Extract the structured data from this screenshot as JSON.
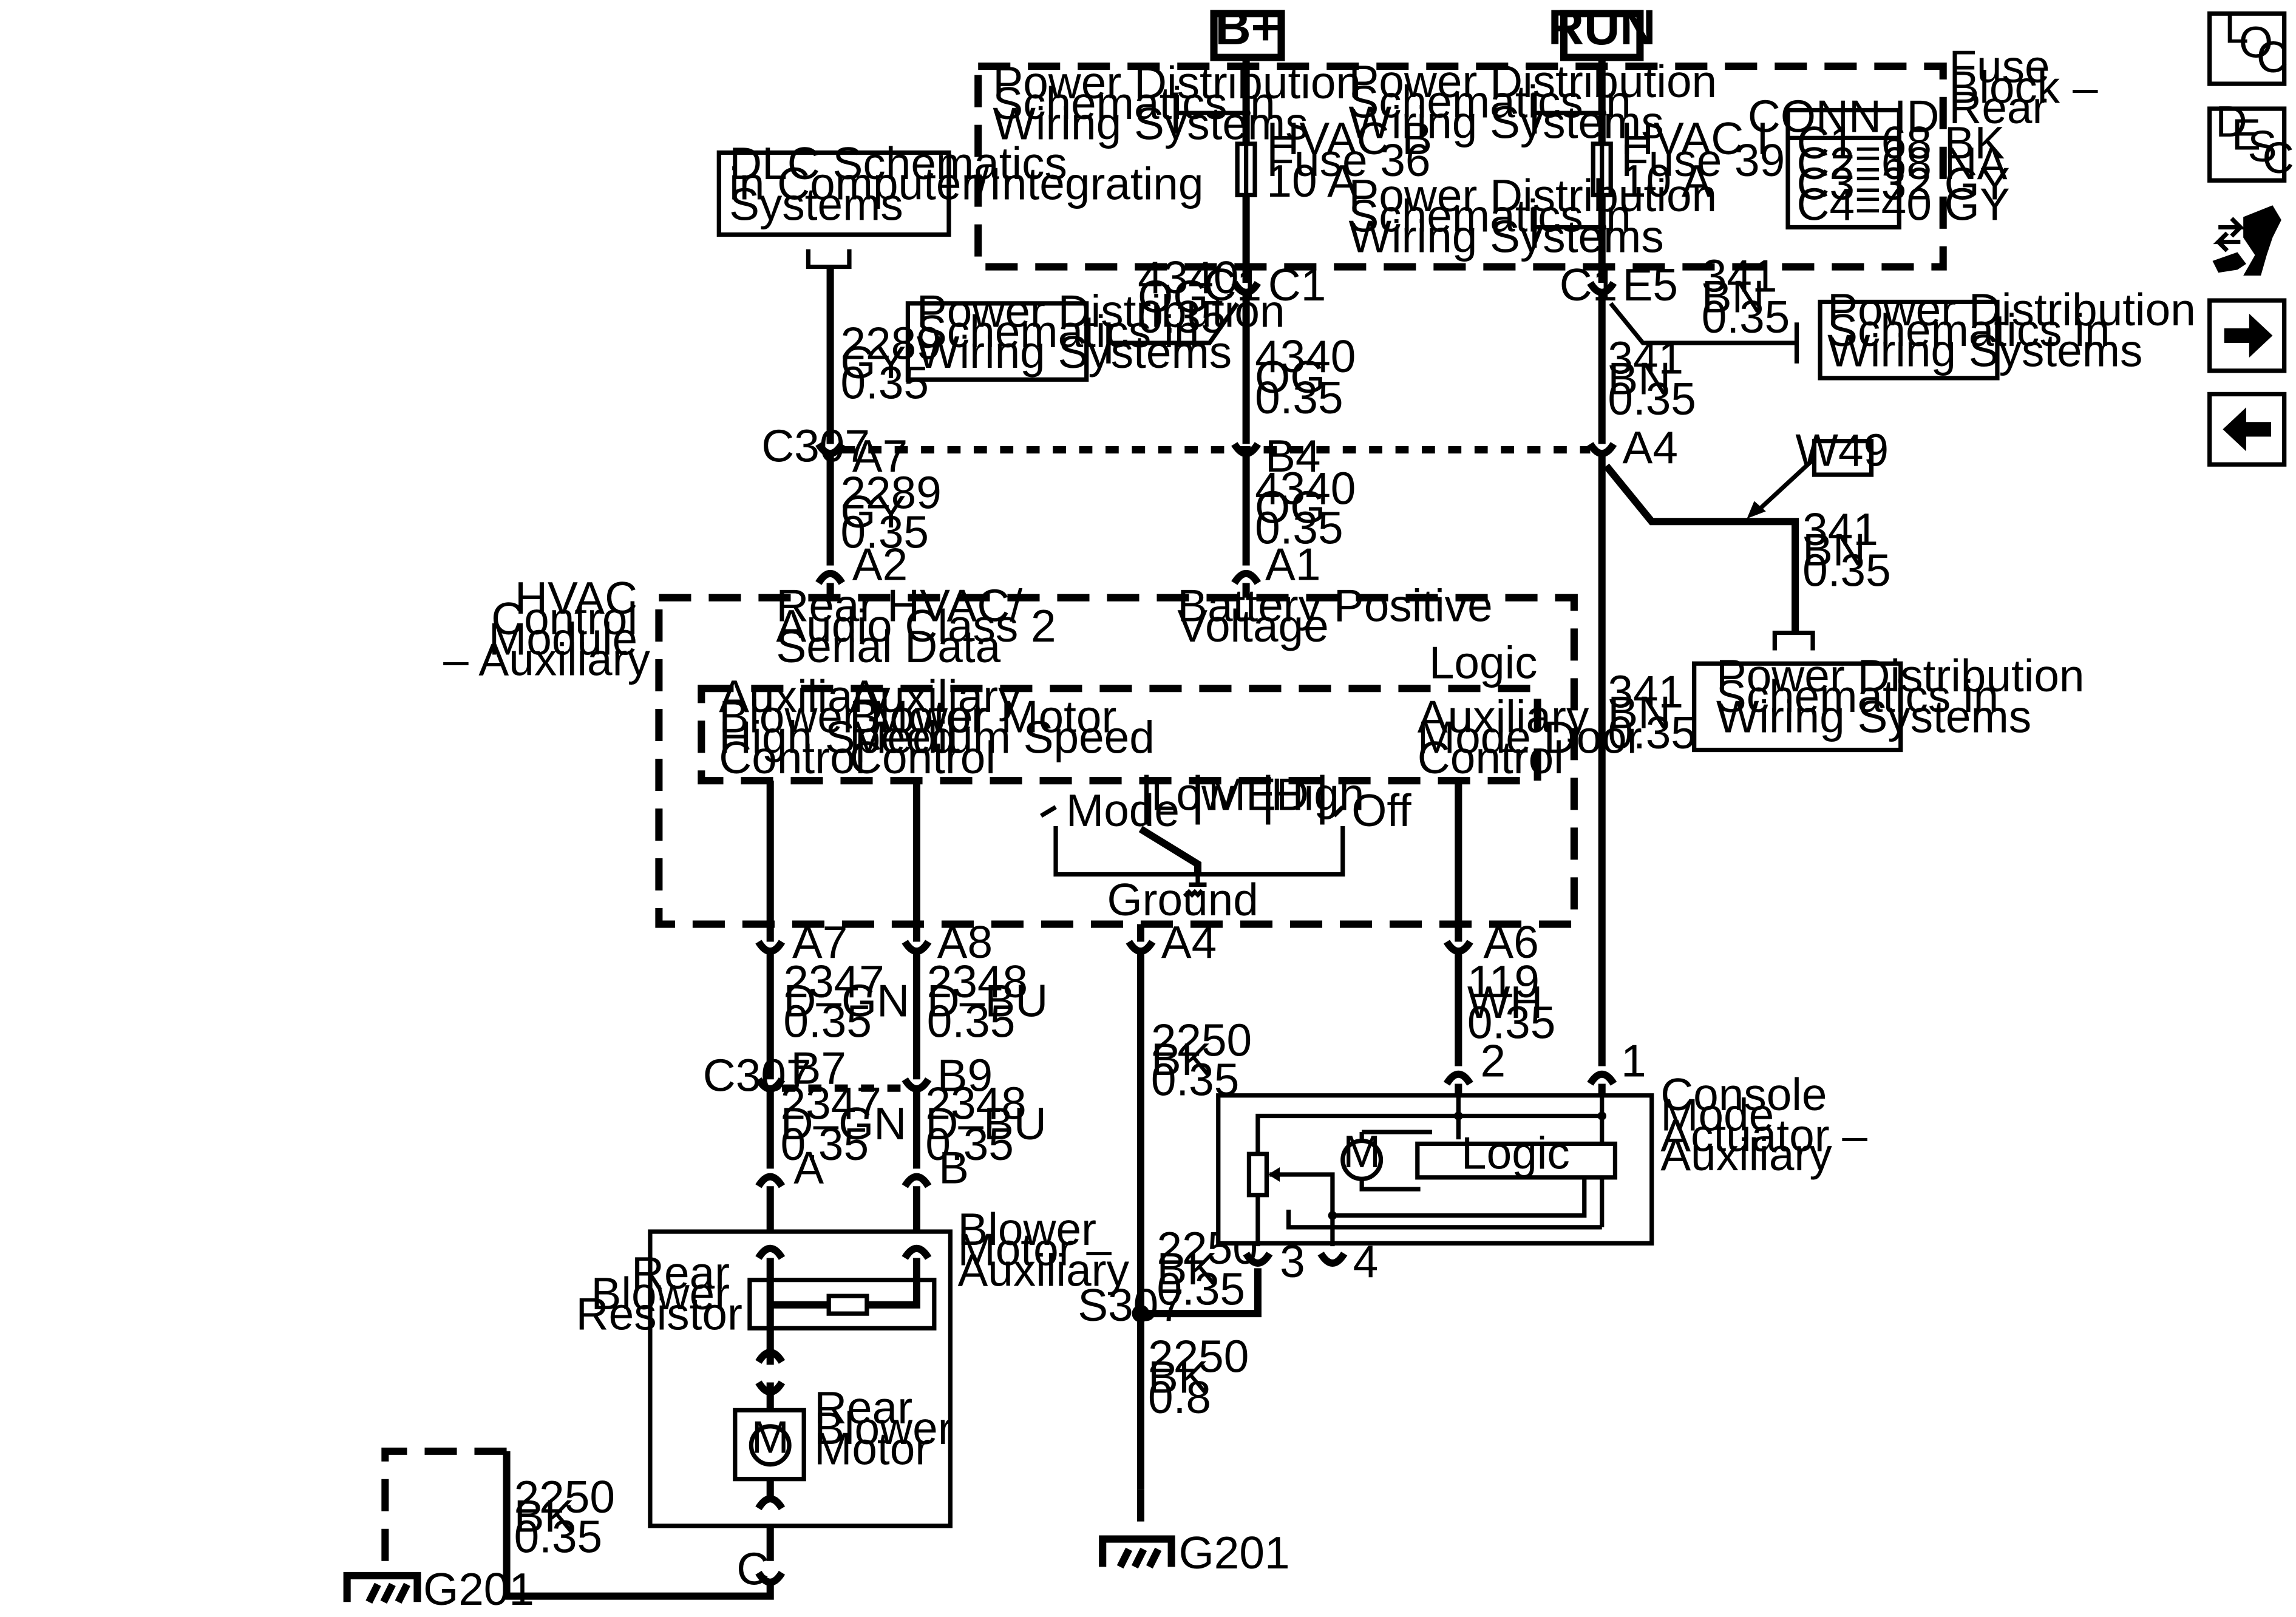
{
  "power_sources": {
    "bplus": "B+",
    "run": "RUN"
  },
  "fuse_block": {
    "title": [
      "Fuse",
      "Block –",
      "Rear"
    ],
    "fuse_b": [
      "HVAC B",
      "Fuse 36",
      "10 A"
    ],
    "fuse_i": [
      "HVAC I",
      "Fuse 39",
      "10 A"
    ],
    "conn_id": {
      "title": "CONN ID",
      "rows": [
        "C1=68 BK",
        "C2=68 NA",
        "C3=32 GY",
        "C4=40 GY"
      ]
    }
  },
  "pd_ref": [
    "Power Distribution",
    "Schematics in",
    "Wiring Systems"
  ],
  "dlc_ref": [
    "DLC Schematics",
    "in Computer/Integrating",
    "Systems"
  ],
  "splice_tag": "W49",
  "wires": {
    "w2289": [
      "2289",
      "GY",
      "0.35"
    ],
    "w4340": [
      "4340",
      "OG",
      "0.35"
    ],
    "w341": [
      "341",
      "BN",
      "0.35"
    ],
    "w2347": [
      "2347",
      "D–GN",
      "0.35"
    ],
    "w2348": [
      "2348",
      "D–BU",
      "0.35"
    ],
    "w2250": [
      "2250",
      "BK",
      "0.35"
    ],
    "w2250_08": [
      "2250",
      "BK",
      "0.8"
    ],
    "w119": [
      "119",
      "WH",
      "0.35"
    ]
  },
  "connectors": {
    "c307": "C307",
    "c1": "C1",
    "e5": "E5",
    "a7": "A7",
    "b4": "B4",
    "a4": "A4",
    "a2": "A2",
    "a1": "A1",
    "a8": "A8",
    "a6": "A6",
    "b7": "B7",
    "b9": "B9",
    "a": "A",
    "b": "B",
    "c": "C",
    "p1": "1",
    "p2": "2",
    "p3": "3",
    "p4": "4",
    "s307": "S307",
    "g201": "G201"
  },
  "hvac_module": {
    "name": [
      "HVAC",
      "Control",
      "Module",
      "– Auxiliary"
    ],
    "serial": [
      "Rear HVAC/",
      "Audio Class 2",
      "Serial Data"
    ],
    "battery": [
      "Battery Positive",
      "Voltage"
    ],
    "logic": "Logic",
    "high_speed": [
      "Auxiliary",
      "Blower Motor",
      "High Speed",
      "Control"
    ],
    "med_speed": [
      "Auxiliary",
      "Blower Motor",
      "Medium Speed",
      "Control"
    ],
    "mode_door": [
      "Auxiliary",
      "Mode Door",
      "Control"
    ],
    "switch": {
      "mode": "Mode",
      "low": "Low",
      "med": "MED",
      "high": "High",
      "off": "Off"
    },
    "ground": "Ground"
  },
  "blower": {
    "name": [
      "Blower",
      "Motor –",
      "Auxiliary"
    ],
    "resistor": [
      "Rear",
      "Blower",
      "Resistor"
    ],
    "motor": [
      "Rear",
      "Blower",
      "Motor"
    ],
    "motor_symbol": "M"
  },
  "actuator": {
    "name": [
      "Console",
      "Mode",
      "Actuator –",
      "Auxiliary"
    ],
    "logic": "Logic",
    "motor_symbol": "M"
  },
  "nav": {
    "loc": [
      "L",
      "O",
      "C"
    ],
    "desc": [
      "D",
      "E",
      "S",
      "C"
    ],
    "icons": [
      "connector-tool-icon",
      "next-arrow-icon",
      "previous-arrow-icon"
    ]
  }
}
